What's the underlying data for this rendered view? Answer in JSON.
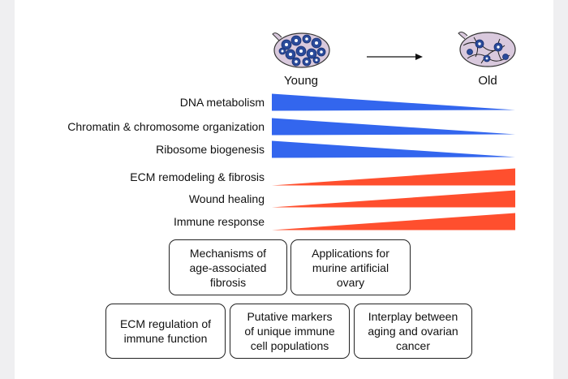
{
  "stages": {
    "young": "Young",
    "old": "Old"
  },
  "colors": {
    "decrease": "#3366ee",
    "increase": "#ff4f2e",
    "ovary_fill": "#d9c9dd",
    "follicle": "#2a4a9a"
  },
  "processes": [
    {
      "label": "DNA metabolism",
      "trend": "decrease"
    },
    {
      "label": "Chromatin & chromosome organization",
      "trend": "decrease"
    },
    {
      "label": "Ribosome biogenesis",
      "trend": "decrease"
    },
    {
      "label": "ECM remodeling & fibrosis",
      "trend": "increase"
    },
    {
      "label": "Wound healing",
      "trend": "increase"
    },
    {
      "label": "Immune response",
      "trend": "increase"
    }
  ],
  "topics": [
    "Mechanisms of\nage-associated\nfibrosis",
    "Applications for\nmurine artificial\novary",
    "ECM regulation of\nimmune function",
    "Putative markers\nof unique immune\ncell populations",
    "Interplay between\naging and ovarian\ncancer"
  ]
}
